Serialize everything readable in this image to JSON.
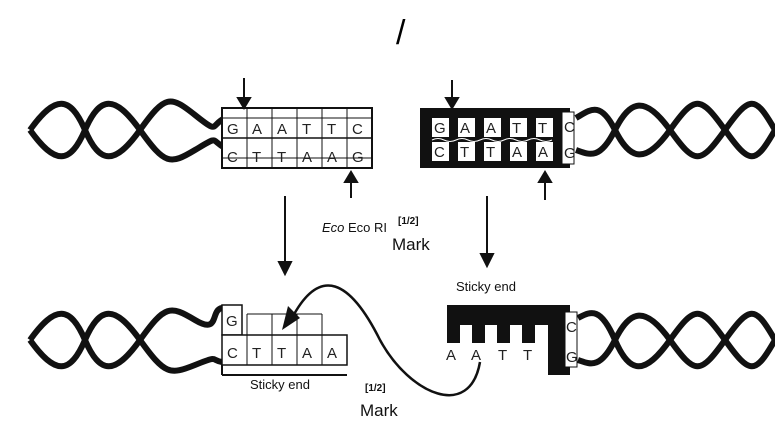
{
  "top_mark": "/",
  "top_left_fragment": {
    "top_strand": [
      "G",
      "A",
      "A",
      "T",
      "T",
      "C"
    ],
    "bottom_strand": [
      "C",
      "T",
      "T",
      "A",
      "A",
      "G"
    ]
  },
  "top_right_fragment": {
    "top_strand": [
      "G",
      "A",
      "A",
      "T",
      "T",
      "C"
    ],
    "bottom_strand": [
      "C",
      "T",
      "T",
      "A",
      "A",
      "G"
    ]
  },
  "enzyme_label": "Eco RI",
  "bottom_left_fragment": {
    "top_letter": "G",
    "bottom_strand": [
      "C",
      "T",
      "T",
      "A",
      "A"
    ]
  },
  "bottom_right_fragment": {
    "overhang": [
      "A",
      "A",
      "T",
      "T"
    ],
    "right_letters": [
      "C",
      "G"
    ]
  },
  "sticky_end_right": "Sticky end",
  "sticky_end_left": "Sticky end",
  "mark_1": {
    "fraction": "[1/2]",
    "word": "Mark"
  },
  "mark_2": {
    "fraction": "[1/2]",
    "word": "Mark"
  }
}
